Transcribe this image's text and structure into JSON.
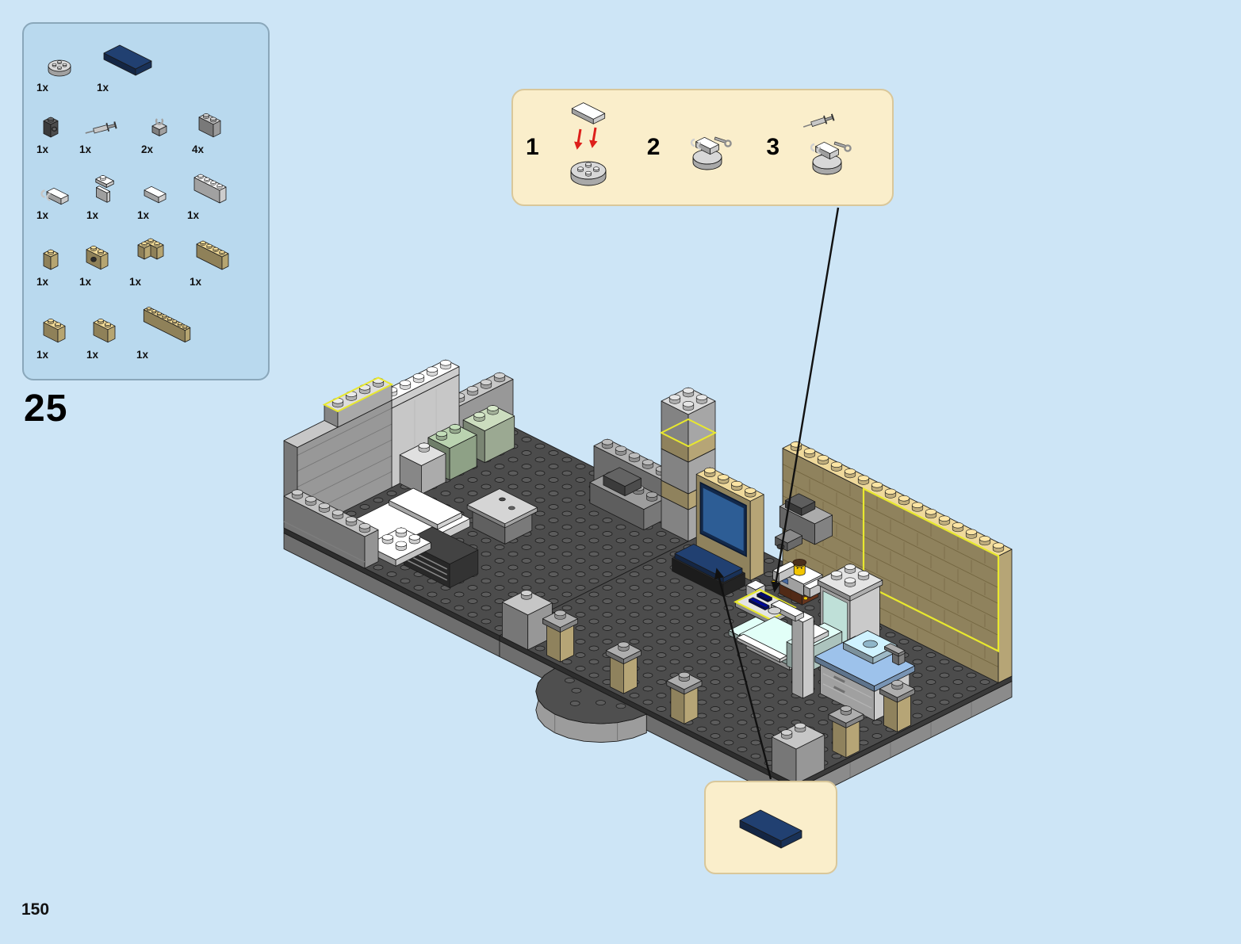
{
  "page": {
    "number": "150",
    "step_number": "25"
  },
  "colors": {
    "page_bg": "#cde5f6",
    "parts_box_bg": "#b9d9ee",
    "parts_box_border": "#8aa7ba",
    "callout_bg": "#faeecb",
    "callout_border": "#d9c79a",
    "highlight": "#e8e82e",
    "arrow_red": "#dd1f1a",
    "line_black": "#111111",
    "dark_blue_tile": "#1e3a67",
    "tan_brick": "#d9c487",
    "light_gray_brick": "#b8b8b8",
    "baseplate_gray": "#454545"
  },
  "parts_box": {
    "rows": [
      {
        "items": [
          {
            "qty": "1x",
            "icon": "round-plate-2x2-light-gray",
            "shape": {
              "kind": "round",
              "color": "#c9c9c9",
              "c": 10
            }
          },
          {
            "qty": "1x",
            "icon": "tile-2x4-dark-blue",
            "shape": {
              "kind": "tile",
              "w": 4,
              "d": 2,
              "h": 8,
              "color": "#1e3a67",
              "c": 10
            }
          }
        ]
      },
      {
        "items": [
          {
            "qty": "1x",
            "icon": "brick-1x1-side-stud-dark-gray",
            "shape": {
              "kind": "sidestud",
              "w": 1,
              "d": 1,
              "h": 16,
              "color": "#5a5a5a",
              "c": 9
            }
          },
          {
            "qty": "1x",
            "icon": "syringe-tool-gray",
            "shape": {
              "kind": "tool",
              "color": "#9a9a9a",
              "c": 9
            }
          },
          {
            "qty": "2x",
            "icon": "clip-plate-light-gray",
            "shape": {
              "kind": "clip",
              "w": 1,
              "d": 1,
              "h": 8,
              "color": "#c0c0c0",
              "c": 9
            }
          },
          {
            "qty": "4x",
            "icon": "brick-1x2-light-gray",
            "shape": {
              "kind": "brick",
              "w": 2,
              "d": 1,
              "h": 16,
              "color": "#b8b8b8",
              "c": 9
            }
          }
        ]
      },
      {
        "items": [
          {
            "qty": "1x",
            "icon": "plate-1x2-clips-white",
            "shape": {
              "kind": "clips2",
              "w": 2,
              "d": 1,
              "h": 7,
              "color": "#f2f2f2",
              "c": 9
            }
          },
          {
            "qty": "1x",
            "icon": "bracket-white",
            "shape": {
              "kind": "bracket",
              "color": "#f2f2f2",
              "c": 9
            }
          },
          {
            "qty": "1x",
            "icon": "tile-1x2-white",
            "shape": {
              "kind": "tile",
              "w": 2,
              "d": 1,
              "h": 7,
              "color": "#f4f4f4",
              "c": 9
            }
          },
          {
            "qty": "1x",
            "icon": "brick-1x4-white",
            "shape": {
              "kind": "brick",
              "w": 4,
              "d": 1,
              "h": 16,
              "color": "#f4f4f4",
              "c": 8
            }
          }
        ]
      },
      {
        "items": [
          {
            "qty": "1x",
            "icon": "brick-1x1-tan",
            "shape": {
              "kind": "brick",
              "w": 1,
              "d": 1,
              "h": 16,
              "color": "#d9c487",
              "c": 9
            }
          },
          {
            "qty": "1x",
            "icon": "brick-1x2-technic-tan",
            "shape": {
              "kind": "technic",
              "w": 2,
              "d": 1,
              "h": 16,
              "color": "#d9c487",
              "c": 9
            }
          },
          {
            "qty": "1x",
            "icon": "corner-brick-tan",
            "shape": {
              "kind": "corner",
              "color": "#d9c487",
              "c": 8
            }
          },
          {
            "qty": "1x",
            "icon": "brick-1x4-tan",
            "shape": {
              "kind": "brick",
              "w": 4,
              "d": 1,
              "h": 16,
              "color": "#d9c487",
              "c": 8
            }
          }
        ]
      },
      {
        "items": [
          {
            "qty": "1x",
            "icon": "brick-1x2-tan",
            "shape": {
              "kind": "brick",
              "w": 2,
              "d": 1,
              "h": 16,
              "color": "#d9c487",
              "c": 9
            }
          },
          {
            "qty": "1x",
            "icon": "brick-1x2-tan-b",
            "shape": {
              "kind": "brick",
              "w": 2,
              "d": 1,
              "h": 16,
              "color": "#d9c487",
              "c": 9
            }
          },
          {
            "qty": "1x",
            "icon": "brick-1x8-tan",
            "shape": {
              "kind": "brick",
              "w": 8,
              "d": 1,
              "h": 15,
              "color": "#d9c487",
              "c": 6.5
            }
          }
        ]
      }
    ]
  },
  "substeps": {
    "steps": [
      {
        "label": "1"
      },
      {
        "label": "2"
      },
      {
        "label": "3"
      }
    ]
  },
  "callout": {
    "icon": "tile-2x4-dark-blue",
    "shape": {
      "kind": "tile",
      "w": 4,
      "d": 2,
      "h": 9,
      "color": "#1e3a67",
      "c": 13
    }
  }
}
